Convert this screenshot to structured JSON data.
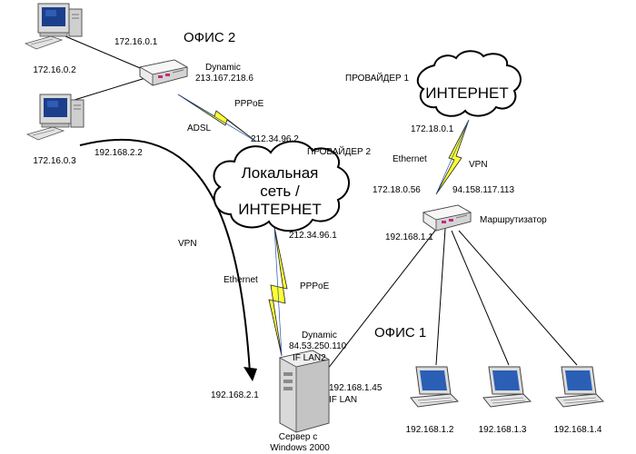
{
  "offices": {
    "office2": "ОФИС 2",
    "office1": "ОФИС 1"
  },
  "providers": {
    "p1": "ПРОВАЙДЕР 1",
    "p2": "ПРОВАЙДЕР 2"
  },
  "clouds": {
    "internet": "ИНТЕРНЕТ",
    "local_line1": "Локальная",
    "local_line2": "сеть /",
    "local_line3": "ИНТЕРНЕТ"
  },
  "office2": {
    "pc1_ip": "172.16.0.2",
    "pc2_ip": "172.16.0.3",
    "router_lan_ip": "172.16.0.1",
    "router_wan_mode": "Dynamic",
    "router_wan_ip": "213.167.218.6",
    "link_pppoe": "PPPoE",
    "link_adsl": "ADSL",
    "isp2_gateway_ip": "212.34.96.2",
    "vpn_ip": "192.168.2.2"
  },
  "server": {
    "isp_ip": "212.34.96.1",
    "link_ethernet": "Ethernet",
    "link_pppoe": "PPPoE",
    "wan_mode": "Dynamic",
    "wan_ip": "84.53.250.110",
    "wan_if": "IF LAN2",
    "vpn_ip": "192.168.2.1",
    "lan_ip": "192.168.1.45",
    "lan_if": "IF LAN",
    "name_line1": "Сервер с",
    "name_line2": "Windows 2000",
    "vpn_label": "VPN"
  },
  "office1": {
    "isp1_gateway_ip": "172.18.0.1",
    "link_ethernet": "Ethernet",
    "link_vpn": "VPN",
    "router_wan_ip": "172.18.0.56",
    "router_vpn_ip": "94.158.117.113",
    "router_name": "Маршрутизатор",
    "router_lan_ip": "192.168.1.1",
    "laptops": [
      "192.168.1.2",
      "192.168.1.3",
      "192.168.1.4"
    ]
  }
}
